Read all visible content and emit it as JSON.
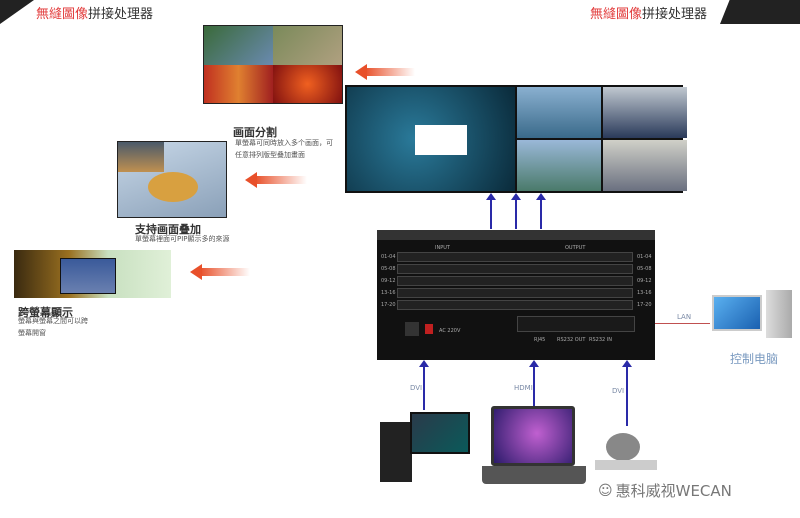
{
  "header": {
    "brand_red": "無縫圖像",
    "brand_rest": "拼接处理器"
  },
  "features": [
    {
      "title": "画面分割",
      "desc_lines": [
        "單螢幕可同時放入多个画面，可",
        "任意排列版型叠加畫面"
      ]
    },
    {
      "title": "支持画面叠加",
      "desc_lines": [
        "單螢幕裡面可PIP顯示多的來源"
      ]
    },
    {
      "title": "跨螢幕顯示",
      "desc_lines": [
        "螢幕與螢幕之間可以跨",
        "螢幕開窗"
      ]
    }
  ],
  "processor": {
    "input_label": "INPUT",
    "output_label": "OUTPUT",
    "row_labels": [
      "01-04",
      "05-08",
      "09-12",
      "13-16",
      "17-20"
    ],
    "power_label": "AC 220V",
    "ports": [
      "RJ45",
      "RS232 OUT",
      "RS232 IN"
    ]
  },
  "connections": {
    "lan": "LAN",
    "inputs": [
      "DVI",
      "HDMI",
      "DVI"
    ]
  },
  "control_pc": "控制电脑",
  "watermark": "惠科威视WECAN",
  "colors": {
    "accent": "#e8502a",
    "link_arrow": "#2a2aa8",
    "brand_red": "#e23a3a"
  }
}
